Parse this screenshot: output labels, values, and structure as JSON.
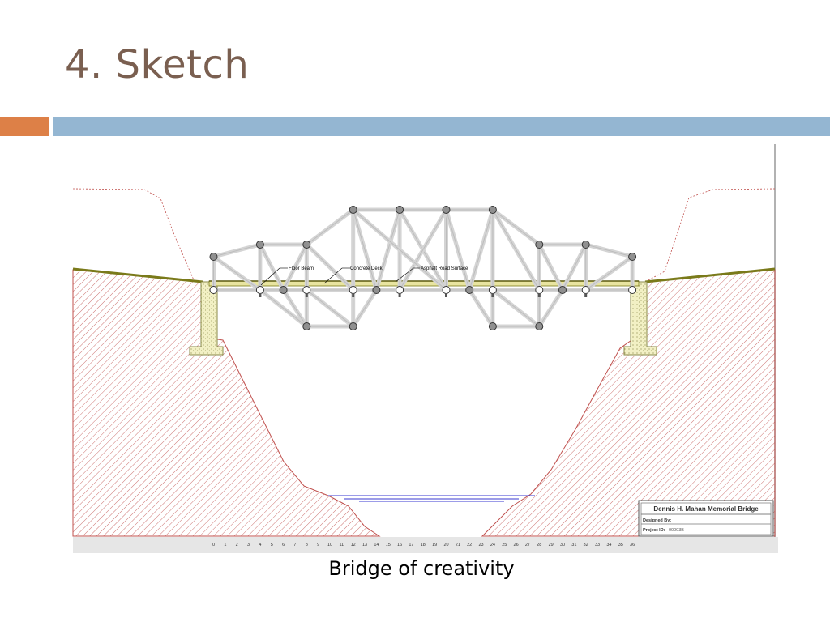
{
  "slide": {
    "title": "4. Sketch",
    "caption": "Bridge of creativity"
  },
  "colors": {
    "title": "#7a5f50",
    "accent_orange": "#dd8047",
    "accent_blue": "#94b6d2",
    "terrain_hatch": "#c0504d",
    "truss_member": "#d9d9d9",
    "joint_fill": "#909090",
    "water": "#3a3ad0",
    "concrete": "#f2f0c4"
  },
  "drawing": {
    "labels": {
      "floor_beam": "Floor Beam",
      "concrete_deck": "Concrete Deck",
      "asphalt": "Asphalt Road Surface"
    },
    "ruler": [
      "0",
      "1",
      "2",
      "3",
      "4",
      "5",
      "6",
      "7",
      "8",
      "9",
      "10",
      "11",
      "12",
      "13",
      "14",
      "15",
      "16",
      "17",
      "18",
      "19",
      "20",
      "21",
      "22",
      "23",
      "24",
      "25",
      "26",
      "27",
      "28",
      "29",
      "30",
      "31",
      "32",
      "33",
      "34",
      "35",
      "36"
    ],
    "title_block": {
      "name": "Dennis H. Mahan Memorial Bridge",
      "designed_by_label": "Designed By:",
      "designed_by_value": "",
      "project_id_label": "Project ID:",
      "project_id_value": "00003B-"
    }
  }
}
